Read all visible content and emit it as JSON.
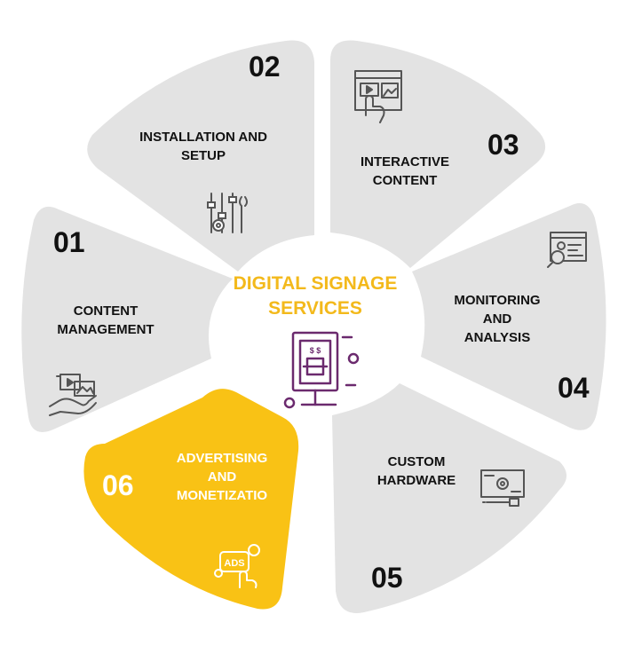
{
  "center": {
    "title": "DIGITAL SIGNAGE\nSERVICES"
  },
  "colors": {
    "segment": "#e3e3e3",
    "active_segment": "#f9c215",
    "accent": "#f3b91b",
    "icon_stroke": "#555555",
    "center_icon": "#6b2a6e",
    "text": "#111111"
  },
  "segments": [
    {
      "number": "01",
      "title": "CONTENT\nMANAGEMENT",
      "icon": "content-management-icon"
    },
    {
      "number": "02",
      "title": "INSTALLATION AND\nSETUP",
      "icon": "tools-icon"
    },
    {
      "number": "03",
      "title": "INTERACTIVE\nCONTENT",
      "icon": "interactive-content-icon"
    },
    {
      "number": "04",
      "title": "MONITORING\nAND\nANALYSIS",
      "icon": "monitoring-icon"
    },
    {
      "number": "05",
      "title": "CUSTOM\nHARDWARE",
      "icon": "hardware-icon"
    },
    {
      "number": "06",
      "title": "ADVERTISING\nAND\nMONETIZATIO",
      "icon": "ads-icon",
      "active": true
    }
  ]
}
